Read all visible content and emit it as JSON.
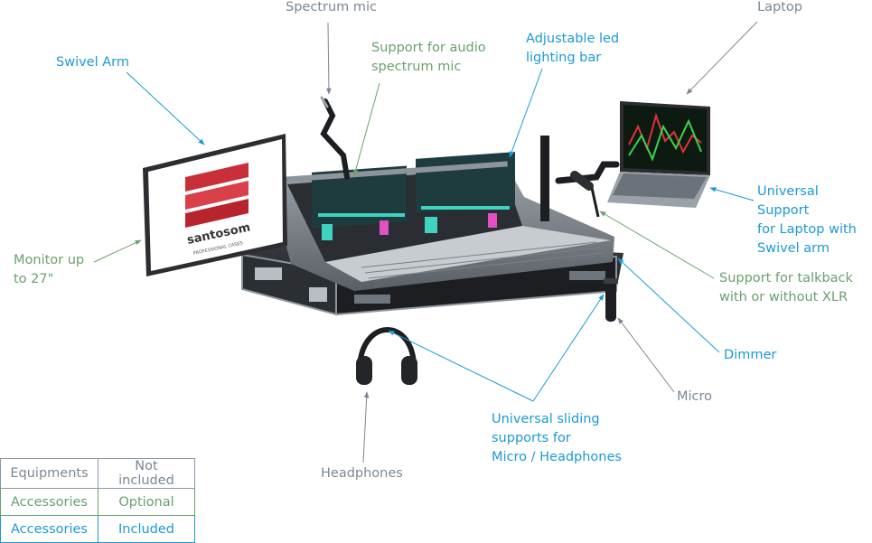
{
  "labels": {
    "spectrum_mic": "Spectrum mic",
    "support_audio": "Support for audio\nspectrum mic",
    "adjustable_led": "Adjustable led\nlighting bar",
    "laptop": "Laptop",
    "swivel_arm": "Swivel Arm",
    "universal_support_laptop": "Universal Support\nfor Laptop with\nSwivel arm",
    "monitor": "Monitor up\nto 27\"",
    "support_talkback": "Support for talkback\nwith or without XLR",
    "dimmer": "Dimmer",
    "micro": "Micro",
    "universal_sliding": "Universal sliding\nsupports for\nMicro / Headphones",
    "headphones": "Headphones"
  },
  "logo": {
    "brand": "santosom",
    "tagline": "PROFESSIONAL CASES"
  },
  "legend": [
    {
      "category": "Equipments",
      "status": "Not included",
      "color": "#7b8794"
    },
    {
      "category": "Accessories",
      "status": "Optional",
      "color": "#6aa06d"
    },
    {
      "category": "Accessories",
      "status": "Included",
      "color": "#1a9ad6"
    }
  ],
  "colors": {
    "gray": "#7b8794",
    "green": "#6aa06d",
    "blue": "#1a9ad6"
  }
}
